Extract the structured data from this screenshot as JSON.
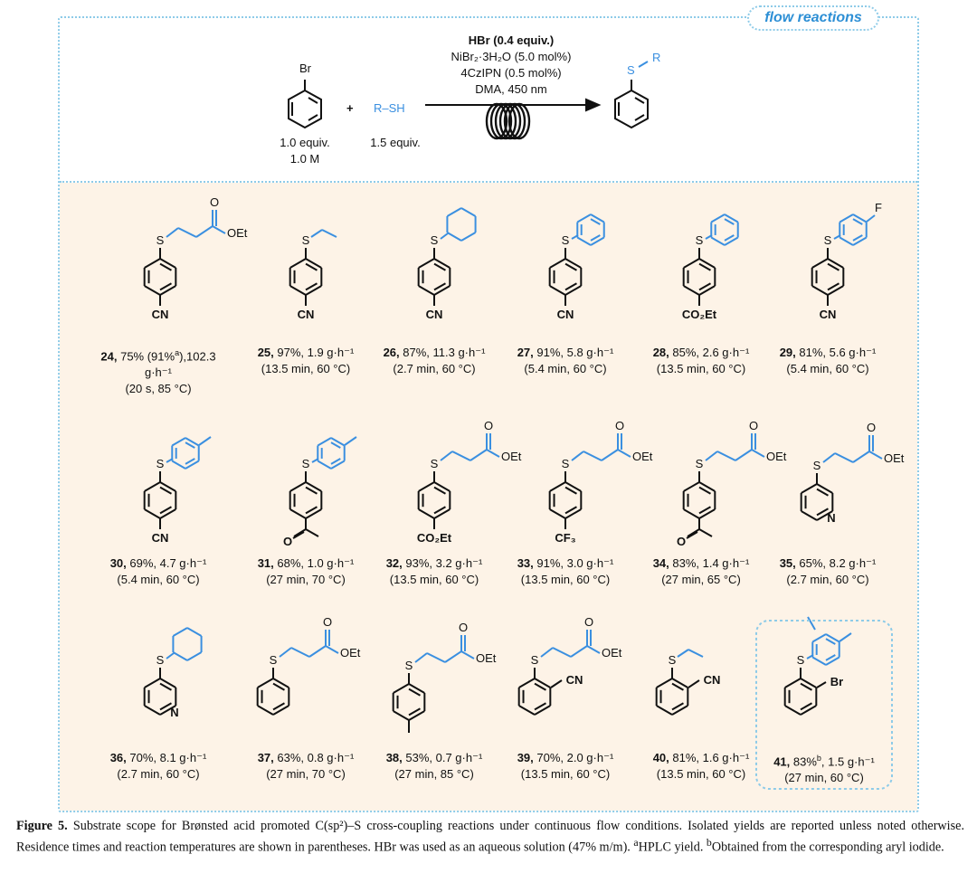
{
  "header": {
    "flow_label": "flow reactions",
    "reagent_1": "HBr (0.4 equiv.)",
    "reagent_2": "NiBr₂·3H₂O (5.0 mol%)",
    "reagent_3": "4CzIPN (0.5 mol%)",
    "reagent_4": "DMA, 450 nm",
    "sm_label": "Br",
    "sm_equiv": "1.0 equiv.",
    "sm_conc": "1.0 M",
    "plus": "+",
    "thiol": "R–SH",
    "thiol_equiv": "1.5 equiv.",
    "product_label_s": "S",
    "product_label_r": "R"
  },
  "compounds": [
    {
      "id": "24",
      "yield": "75% (91%",
      "sup": "a",
      "tail": "),102.3 g·h⁻¹",
      "cond": "(20 s, 85 °C)"
    },
    {
      "id": "25",
      "yield": "97%, 1.9 g·h⁻¹",
      "sup": "",
      "tail": "",
      "cond": "(13.5 min, 60 °C)"
    },
    {
      "id": "26",
      "yield": "87%, 11.3 g·h⁻¹",
      "sup": "",
      "tail": "",
      "cond": "(2.7 min, 60 °C)"
    },
    {
      "id": "27",
      "yield": "91%, 5.8 g·h⁻¹",
      "sup": "",
      "tail": "",
      "cond": "(5.4 min, 60 °C)"
    },
    {
      "id": "28",
      "yield": "85%, 2.6 g·h⁻¹",
      "sup": "",
      "tail": "",
      "cond": "(13.5 min, 60 °C)"
    },
    {
      "id": "29",
      "yield": "81%, 5.6 g·h⁻¹",
      "sup": "",
      "tail": "",
      "cond": "(5.4 min, 60 °C)"
    },
    {
      "id": "30",
      "yield": "69%, 4.7 g·h⁻¹",
      "sup": "",
      "tail": "",
      "cond": "(5.4 min, 60 °C)"
    },
    {
      "id": "31",
      "yield": "68%, 1.0 g·h⁻¹",
      "sup": "",
      "tail": "",
      "cond": "(27 min, 70 °C)"
    },
    {
      "id": "32",
      "yield": "93%, 3.2 g·h⁻¹",
      "sup": "",
      "tail": "",
      "cond": "(13.5 min, 60 °C)"
    },
    {
      "id": "33",
      "yield": "91%, 3.0 g·h⁻¹",
      "sup": "",
      "tail": "",
      "cond": "(13.5 min, 60 °C)"
    },
    {
      "id": "34",
      "yield": "83%, 1.4 g·h⁻¹",
      "sup": "",
      "tail": "",
      "cond": "(27 min, 65 °C)"
    },
    {
      "id": "35",
      "yield": "65%, 8.2 g·h⁻¹",
      "sup": "",
      "tail": "",
      "cond": "(2.7 min, 60 °C)"
    },
    {
      "id": "36",
      "yield": "70%, 8.1 g·h⁻¹",
      "sup": "",
      "tail": "",
      "cond": "(2.7 min, 60 °C)"
    },
    {
      "id": "37",
      "yield": "63%, 0.8 g·h⁻¹",
      "sup": "",
      "tail": "",
      "cond": "(27 min, 70 °C)"
    },
    {
      "id": "38",
      "yield": "53%, 0.7 g·h⁻¹",
      "sup": "",
      "tail": "",
      "cond": "(27 min, 85 °C)"
    },
    {
      "id": "39",
      "yield": "70%, 2.0 g·h⁻¹",
      "sup": "",
      "tail": "",
      "cond": "(13.5 min, 60 °C)"
    },
    {
      "id": "40",
      "yield": "81%, 1.6 g·h⁻¹",
      "sup": "",
      "tail": "",
      "cond": "(13.5 min, 60 °C)"
    },
    {
      "id": "41",
      "yield": "83%",
      "sup": "b",
      "tail": ", 1.5 g·h⁻¹",
      "cond": "(27 min, 60 °C)"
    }
  ],
  "atom_labels": {
    "s": "S",
    "cn": "CN",
    "oet": "OEt",
    "o": "O",
    "co2et": "CO₂Et",
    "f": "F",
    "cf3": "CF₃",
    "n": "N",
    "br": "Br"
  },
  "caption": {
    "label": "Figure 5.",
    "text": " Substrate scope for Brønsted acid promoted C(sp²)–S cross-coupling reactions under continuous flow conditions. Isolated yields are reported unless noted otherwise. Residence times and reaction temperatures are shown in parentheses. HBr was used as an aqueous solution (47% m/m). ",
    "note_a_mark": "a",
    "note_a": "HPLC yield. ",
    "note_b_mark": "b",
    "note_b": "Obtained from the corresponding aryl iodide."
  },
  "colors": {
    "accent": "#3a8fe0",
    "frame": "#8ecbe8",
    "panel": "#fdf3e7"
  }
}
